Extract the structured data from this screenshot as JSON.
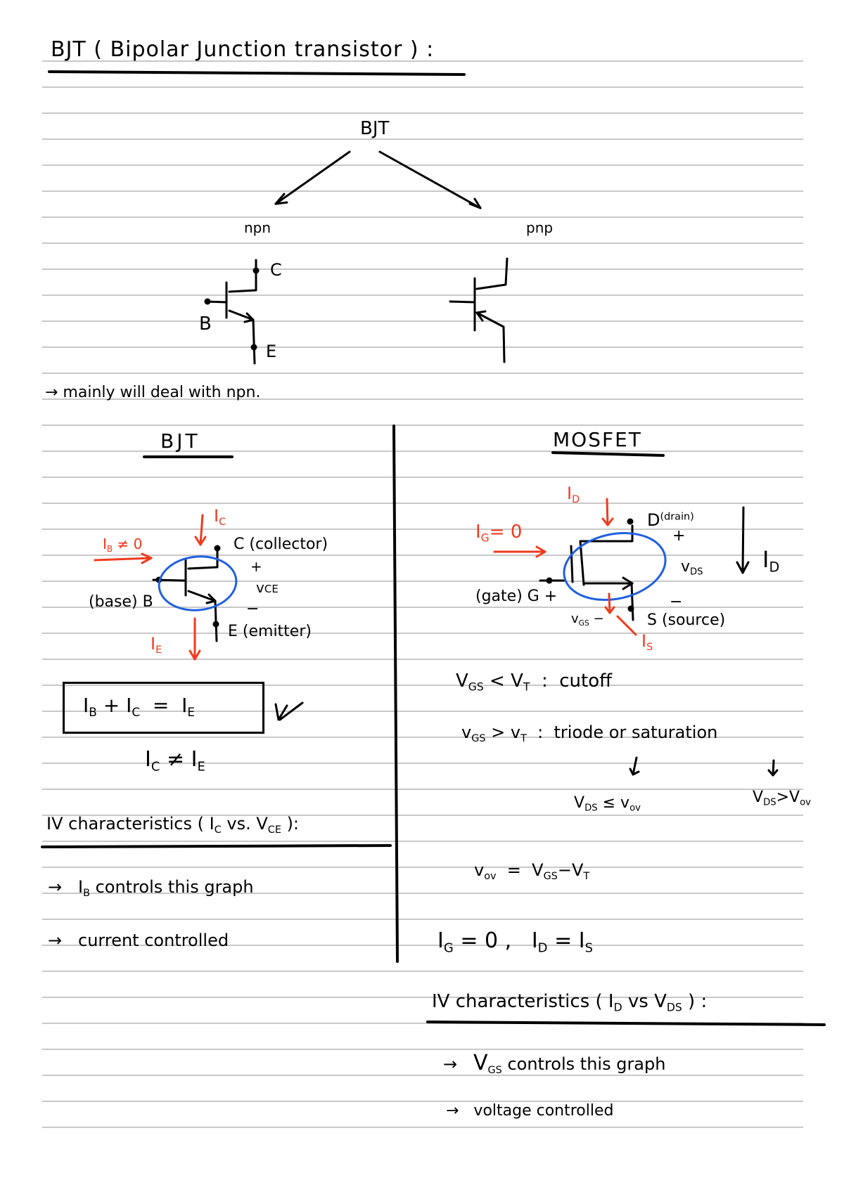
{
  "title": "BJT ( Bipolar Junction transistor ) :",
  "tree": {
    "root": "BJT",
    "left": "npn",
    "right": "pnp",
    "npn_terminals": {
      "c": "C",
      "b": "B",
      "e": "E"
    }
  },
  "note_npn": "→ mainly will deal with npn.",
  "bjt": {
    "heading": "BJT",
    "ib": "I",
    "ib_sub": "B",
    "ib_rel": "≠ 0",
    "ic": "I",
    "ic_sub": "C",
    "ie": "I",
    "ie_sub": "E",
    "collector": "C (collector)",
    "base": "(base) B",
    "emitter": "E (emitter)",
    "plus": "+",
    "minus": "−",
    "vce": "v",
    "vce_sub": "CE",
    "eq_box": "I_B + I_C = I_E",
    "eq_box_parts": {
      "a": "I",
      "a_sub": "B",
      "op1": "+",
      "b": "I",
      "b_sub": "C",
      "op2": "=",
      "c": "I",
      "c_sub": "E"
    },
    "check": "✓✓",
    "neq": {
      "a": "I",
      "a_sub": "C",
      "op": "≠",
      "b": "I",
      "b_sub": "E"
    },
    "iv_heading": "IV characteristics ( I",
    "iv_heading_sub": "C",
    "iv_heading_mid": " vs. V",
    "iv_heading_sub2": "CE",
    "iv_heading_end": " ):",
    "bullets": [
      {
        "arrow": "→",
        "pre": "I",
        "sub": "B",
        "text": " controls this graph"
      },
      {
        "arrow": "→",
        "pre": "",
        "sub": "",
        "text": "current controlled"
      }
    ]
  },
  "mosfet": {
    "heading": "MOSFET",
    "id_label": "I",
    "id_sub": "D",
    "ig_label": "I",
    "ig_sub": "G",
    "ig_rel": "= 0",
    "drain": "D",
    "drain_sup": "(drain)",
    "gate": "(gate) G +",
    "source": "S (source)",
    "vgs": "v",
    "vgs_sub": "GS",
    "vgs_minus": "−",
    "is_label": "I",
    "is_sub": "S",
    "vds": "v",
    "vds_sub": "DS",
    "plus": "+",
    "minus": "−",
    "id_right": "I",
    "id_right_sub": "D",
    "conditions": [
      {
        "lhs": "V",
        "lhs_sub": "GS",
        "op": "<",
        "rhs": "V",
        "rhs_sub": "T",
        "sep": ":",
        "result": "cutoff"
      },
      {
        "lhs": "v",
        "lhs_sub": "GS",
        "op": ">",
        "rhs": "v",
        "rhs_sub": "T",
        "sep": ":",
        "result": "triode or saturation"
      }
    ],
    "triode_cond": {
      "a": "V",
      "a_sub": "DS",
      "op": "≤",
      "b": "v",
      "b_sub": "ov"
    },
    "sat_cond": {
      "a": "V",
      "a_sub": "DS",
      "op": ">",
      "b": "V",
      "b_sub": "ov"
    },
    "vov_eq": {
      "a": "v",
      "a_sub": "ov",
      "op": "=",
      "b": "V",
      "b_sub": "GS",
      "op2": "−",
      "c": "V",
      "c_sub": "T"
    },
    "currents_eq": {
      "a": "I",
      "a_sub": "G",
      "op": "= 0 ,",
      "b": "I",
      "b_sub": "D",
      "op2": "=",
      "c": "I",
      "c_sub": "S"
    },
    "iv_heading_pre": "IV characteristics ( I",
    "iv_heading_sub": "D",
    "iv_heading_mid": " vs V",
    "iv_heading_sub2": "DS",
    "iv_heading_end": " ) :",
    "bullets": [
      {
        "arrow": "→",
        "pre": "V",
        "sub": "GS",
        "text": " controls this graph"
      },
      {
        "arrow": "→",
        "pre": "",
        "sub": "",
        "text": "voltage controlled"
      }
    ]
  },
  "colors": {
    "ink": "#000000",
    "red_ink": "#f03a1e",
    "blue_ink": "#2060e0",
    "rule": "#c8c8c8",
    "paper": "#ffffff"
  }
}
